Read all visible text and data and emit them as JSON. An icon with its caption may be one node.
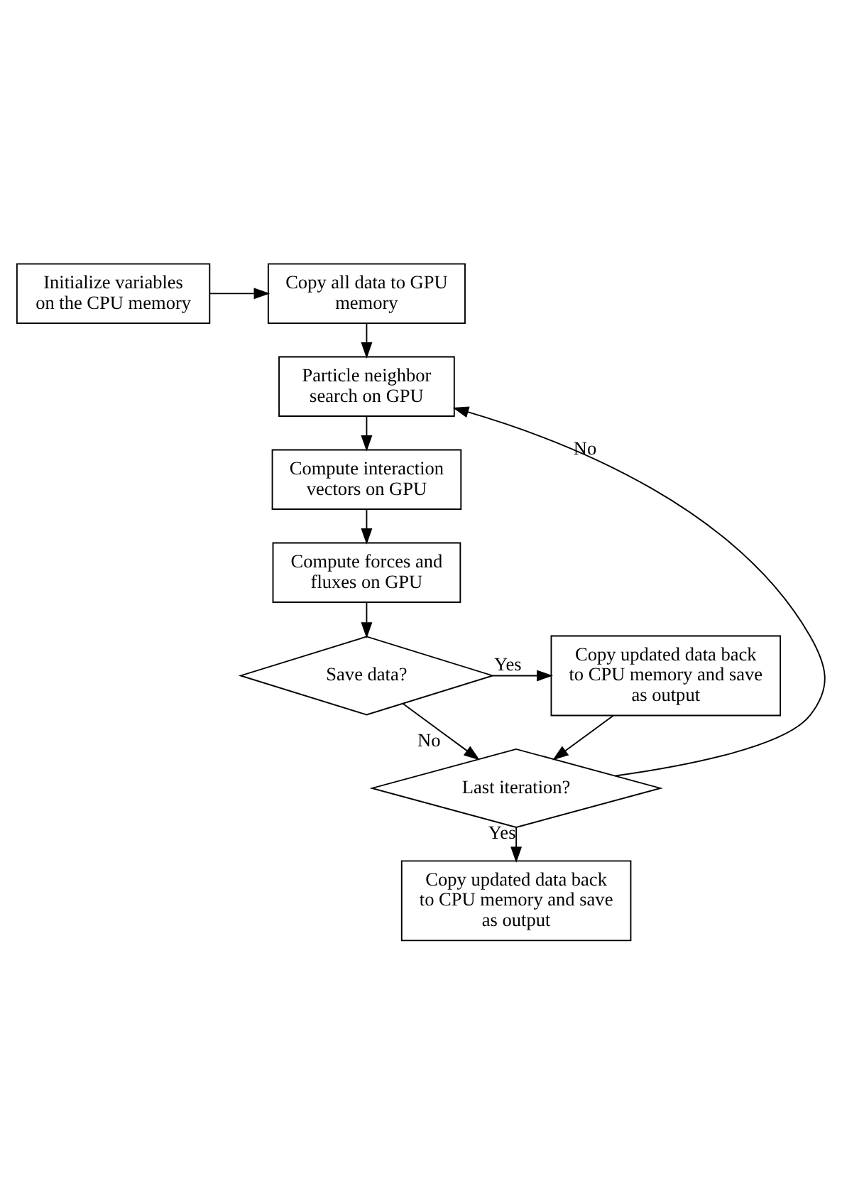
{
  "diagram": {
    "nodes": [
      {
        "text": [
          "Initialize variables on the CPU memory"
        ]
      },
      {
        "text": [
          "Copy all data to GPU memory"
        ]
      },
      {
        "text": [
          "Particle neighbor search on GPU"
        ]
      },
      {
        "text": [
          "Compute interaction vectors on GPU"
        ]
      },
      {
        "text": [
          "Compute forces and fluxes on GPU"
        ]
      },
      {
        "text": [
          "Copy updated data back to CPU memory and save as output"
        ]
      },
      {
        "text": [
          "Save data?"
        ]
      },
      {
        "text": [
          "Last iteration?"
        ]
      },
      {
        "text": [
          "Copy updated data back to CPU memory and save as output"
        ]
      }
    ],
    "edges": [
      {
        "from": 0,
        "to": 1,
        "arrow": "to"
      },
      {
        "from": 1,
        "to": 2,
        "arrow": "to"
      },
      {
        "from": 2,
        "to": 3,
        "arrow": "to"
      },
      {
        "from": 3,
        "to": 4,
        "arrow": "to"
      },
      {
        "from": 4,
        "to": 6,
        "arrow": "to"
      },
      {
        "from": 6,
        "to": 5,
        "arrow": "to",
        "label": "Yes"
      },
      {
        "from": 6,
        "to": 7,
        "arrow": "to",
        "label": "No"
      },
      {
        "from": 5,
        "to": 7,
        "arrow": "to"
      },
      {
        "from": 7,
        "to": 2,
        "arrow": "to",
        "label": "No"
      },
      {
        "from": 7,
        "to": 8,
        "arrow": "to",
        "label": "Yes"
      }
    ]
  }
}
